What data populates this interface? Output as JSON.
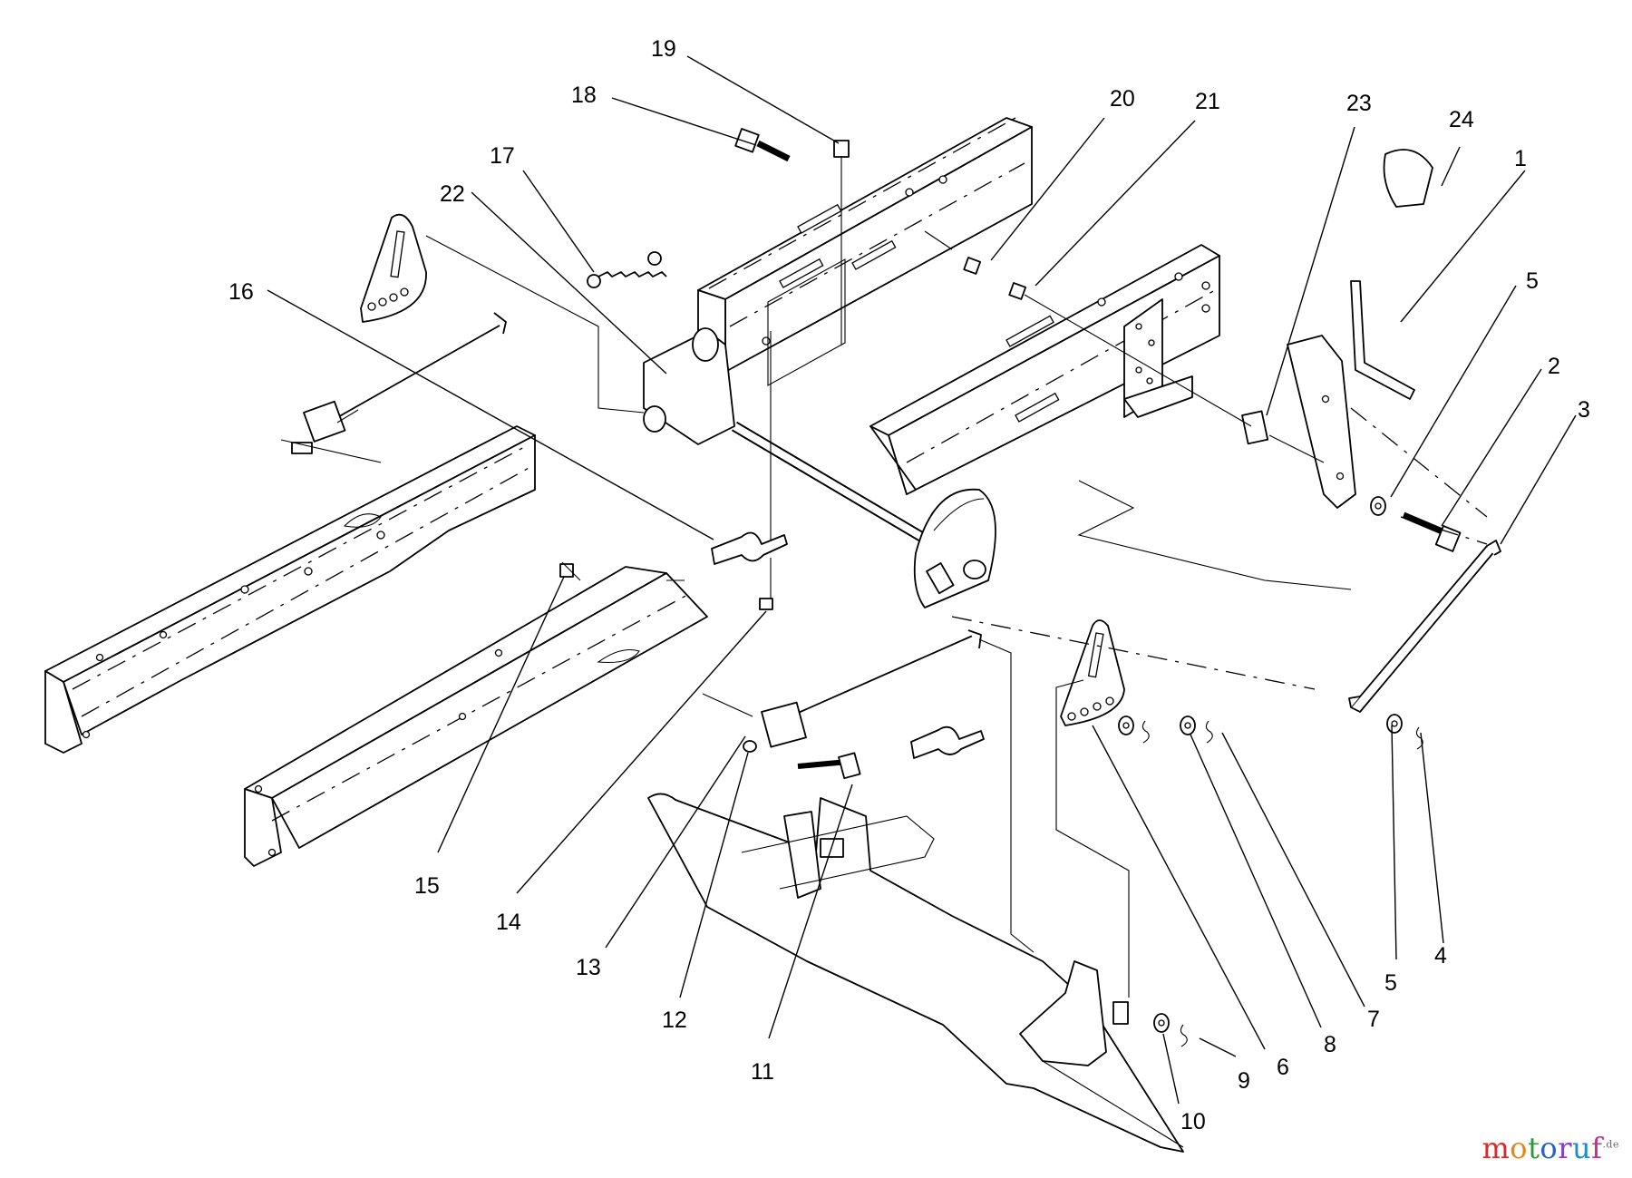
{
  "callouts": [
    {
      "label": "1"
    },
    {
      "label": "2"
    },
    {
      "label": "3"
    },
    {
      "label": "4"
    },
    {
      "label": "5"
    },
    {
      "label": "5"
    },
    {
      "label": "6"
    },
    {
      "label": "7"
    },
    {
      "label": "8"
    },
    {
      "label": "9"
    },
    {
      "label": "10"
    },
    {
      "label": "11"
    },
    {
      "label": "12"
    },
    {
      "label": "13"
    },
    {
      "label": "14"
    },
    {
      "label": "15"
    },
    {
      "label": "16"
    },
    {
      "label": "17"
    },
    {
      "label": "18"
    },
    {
      "label": "19"
    },
    {
      "label": "20"
    },
    {
      "label": "21"
    },
    {
      "label": "22"
    },
    {
      "label": "23"
    },
    {
      "label": "24"
    }
  ],
  "watermark": {
    "text": [
      "m",
      "o",
      "t",
      "o",
      "r",
      "u",
      "f"
    ],
    "suffix": ".de"
  }
}
